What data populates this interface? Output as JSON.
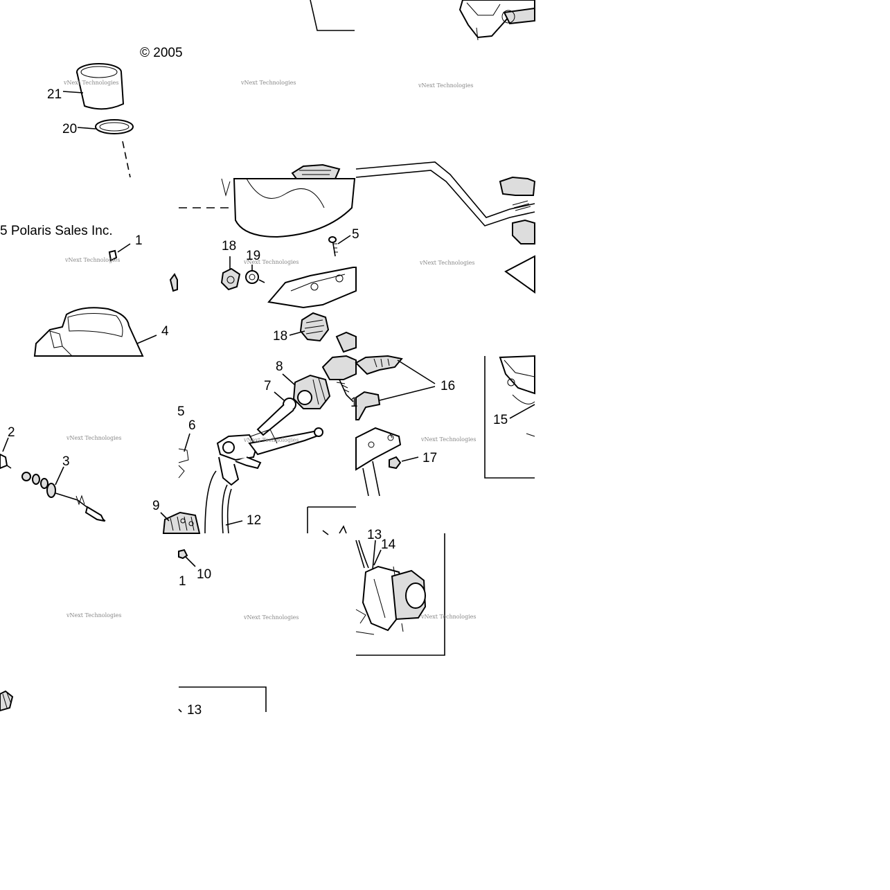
{
  "diagram": {
    "copyright_fragment_top": "© 2005",
    "copyright_fragment_left": "5 Polaris Sales Inc.",
    "watermark_text": "vNext Technologies",
    "callouts": [
      {
        "id": "c21",
        "text": "21"
      },
      {
        "id": "c20",
        "text": "20"
      },
      {
        "id": "c1a",
        "text": "1"
      },
      {
        "id": "c4",
        "text": "4"
      },
      {
        "id": "c18a",
        "text": "18"
      },
      {
        "id": "c19",
        "text": "19"
      },
      {
        "id": "c5a",
        "text": "5"
      },
      {
        "id": "c18b",
        "text": "18"
      },
      {
        "id": "c8",
        "text": "8"
      },
      {
        "id": "c7",
        "text": "7"
      },
      {
        "id": "c1b",
        "text": "1"
      },
      {
        "id": "c16",
        "text": "16"
      },
      {
        "id": "c15",
        "text": "15"
      },
      {
        "id": "c2",
        "text": "2"
      },
      {
        "id": "c3",
        "text": "3"
      },
      {
        "id": "c5b",
        "text": "5"
      },
      {
        "id": "c6",
        "text": "6"
      },
      {
        "id": "c17",
        "text": "17"
      },
      {
        "id": "c9",
        "text": "9"
      },
      {
        "id": "c12",
        "text": "12"
      },
      {
        "id": "c10",
        "text": "10"
      },
      {
        "id": "c1c",
        "text": "1"
      },
      {
        "id": "c13a",
        "text": "13"
      },
      {
        "id": "c14",
        "text": "14"
      },
      {
        "id": "c13b",
        "text": "13"
      }
    ]
  }
}
